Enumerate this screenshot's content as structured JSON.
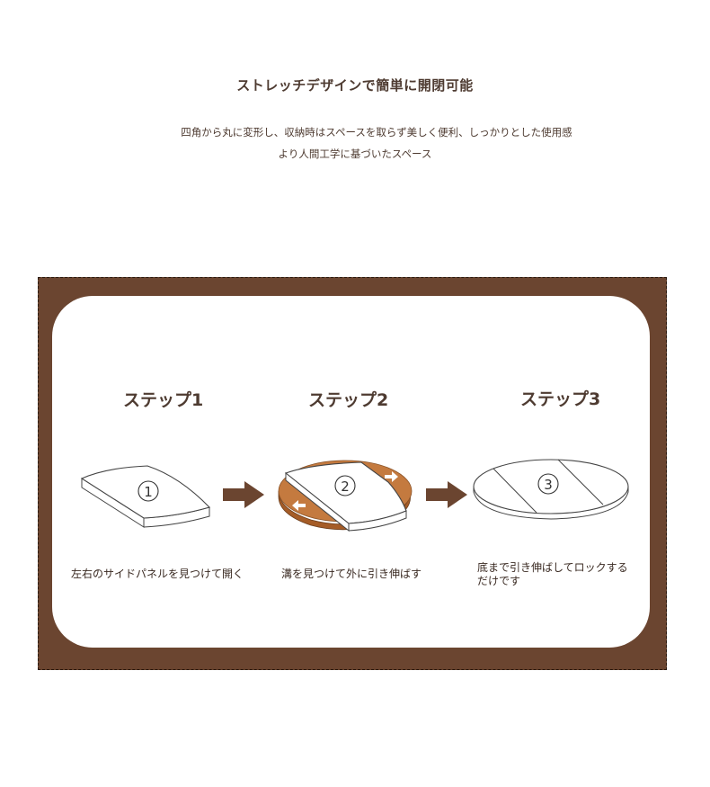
{
  "header": {
    "title": "ストレッチデザインで簡単に開閉可能",
    "line1": "四角から丸に変形し、収納時はスペースを取らず美しく便利、しっかりとした使用感",
    "line2": "より人間工学に基づいたスペース"
  },
  "steps": [
    {
      "title": "ステップ1",
      "number": "1",
      "caption": "左右のサイドパネルを見つけて開く"
    },
    {
      "title": "ステップ2",
      "number": "2",
      "caption": "溝を見つけて外に引き伸ばす"
    },
    {
      "title": "ステップ3",
      "number": "3",
      "caption_line1": "底まで引き伸ばしてロックする",
      "caption_line2": "だけです"
    }
  ],
  "colors": {
    "frame": "#6b4530",
    "accent": "#c47a3f",
    "arrow": "#6b4530",
    "text": "#4e3b31"
  }
}
